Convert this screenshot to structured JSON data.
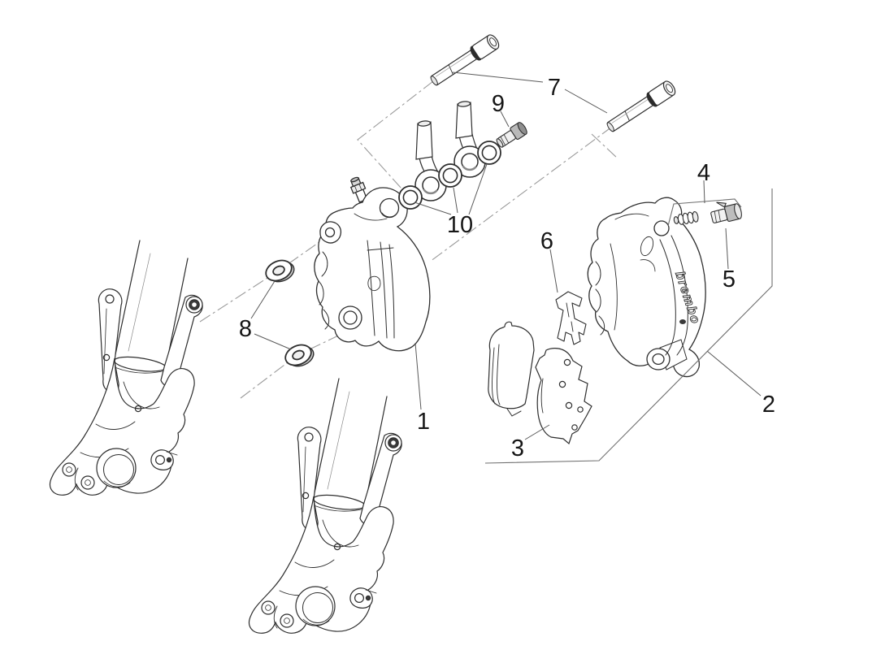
{
  "figure": {
    "kind": "exploded-parts-diagram",
    "background_color": "#ffffff",
    "line_color": "#2e2e2e",
    "centerline_color": "#999999",
    "shade_gray": "#b5b5b5",
    "brand_text": "brembo",
    "callouts": [
      {
        "text": "1",
        "part": "fork-leg"
      },
      {
        "text": "2",
        "part": "brake-caliper-assembly"
      },
      {
        "text": "3",
        "part": "brake-pad-set"
      },
      {
        "text": "4",
        "part": "spring"
      },
      {
        "text": "5",
        "part": "bleed-valve"
      },
      {
        "text": "6",
        "part": "pad-retainer-clip"
      },
      {
        "text": "7",
        "part": "caliper-mounting-bolts"
      },
      {
        "text": "8",
        "part": "spacer-washers"
      },
      {
        "text": "9",
        "part": "hose-fitting"
      },
      {
        "text": "10",
        "part": "sealing-washers"
      }
    ]
  }
}
